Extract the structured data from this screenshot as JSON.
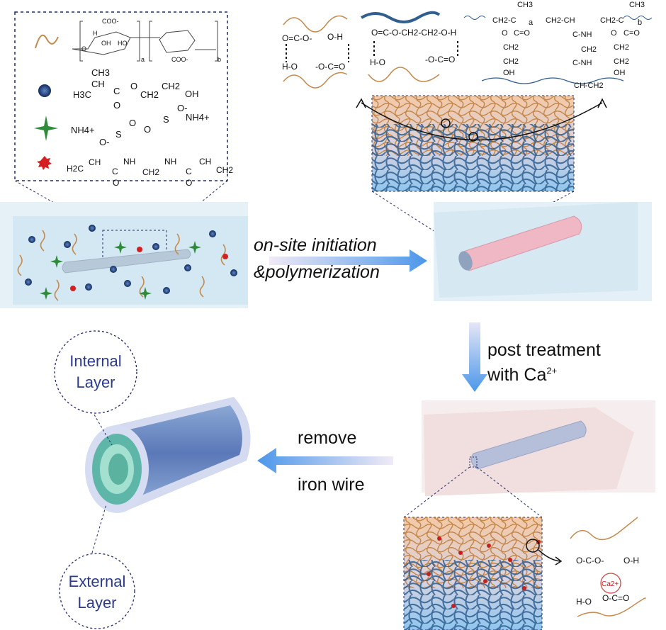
{
  "legend": {
    "alginate": {
      "symbol": "wavy-line",
      "color": "#c48a4e",
      "formula_labels": [
        "COO-",
        "H",
        "OH",
        "HO",
        "O",
        "a",
        "b",
        "COO-"
      ]
    },
    "hema": {
      "symbol": "blue-sphere",
      "color": "#1f3f78",
      "formula": [
        "CH3",
        "H3C",
        "CH",
        "C",
        "O",
        "CH2",
        "CH2",
        "OH",
        "O"
      ]
    },
    "aps": {
      "symbol": "green-star",
      "color": "#2e8b3a",
      "formula": [
        "NH4+",
        "S",
        "O",
        "O",
        "S",
        "NH4+",
        "O-",
        "O-"
      ]
    },
    "mba": {
      "symbol": "red-star",
      "color": "#d42020",
      "formula": [
        "H2C",
        "CH",
        "C",
        "NH",
        "CH2",
        "NH",
        "C",
        "CH",
        "CH2",
        "O",
        "O"
      ]
    }
  },
  "interactions": {
    "panel1": [
      "O=C-O-",
      "O-H",
      "H-O",
      "-O-C=O"
    ],
    "panel2": [
      "O=C-O-CH2-CH2-O-H",
      "H-O",
      "-O-C=O"
    ],
    "panel3": [
      "CH3",
      "CH2-C",
      "a",
      "C=O",
      "O",
      "CH2",
      "CH2",
      "OH",
      "CH2-CH",
      "C-NH",
      "CH2",
      "C-NH",
      "CH-CH2",
      "CH3",
      "CH2-C",
      "b",
      "C=O",
      "O",
      "CH2",
      "CH2",
      "OH"
    ]
  },
  "steps": {
    "step1_line1": "on-site initiation",
    "step1_line2": "&polymerization",
    "step2_line1": "post treatment",
    "step2_line2": "with Ca",
    "step2_sup": "2+",
    "step3_line1": "remove",
    "step3_line2": "iron wire"
  },
  "callouts": {
    "internal_line1": "Internal",
    "internal_line2": "Layer",
    "external_line1": "External",
    "external_line2": "Layer",
    "ca_ion": "Ca2+"
  },
  "ca_panel": [
    "O-C-O-",
    "O-H",
    "H-O",
    "O-C=O"
  ],
  "colors": {
    "arrow": "#5aa0e8",
    "hydrogel_pink": "#f3dede",
    "hydrogel_blue": "#dcebf3",
    "network_blue": "#2f5e8f",
    "network_orange": "#c4864a",
    "callout": "#2c3a8a"
  }
}
